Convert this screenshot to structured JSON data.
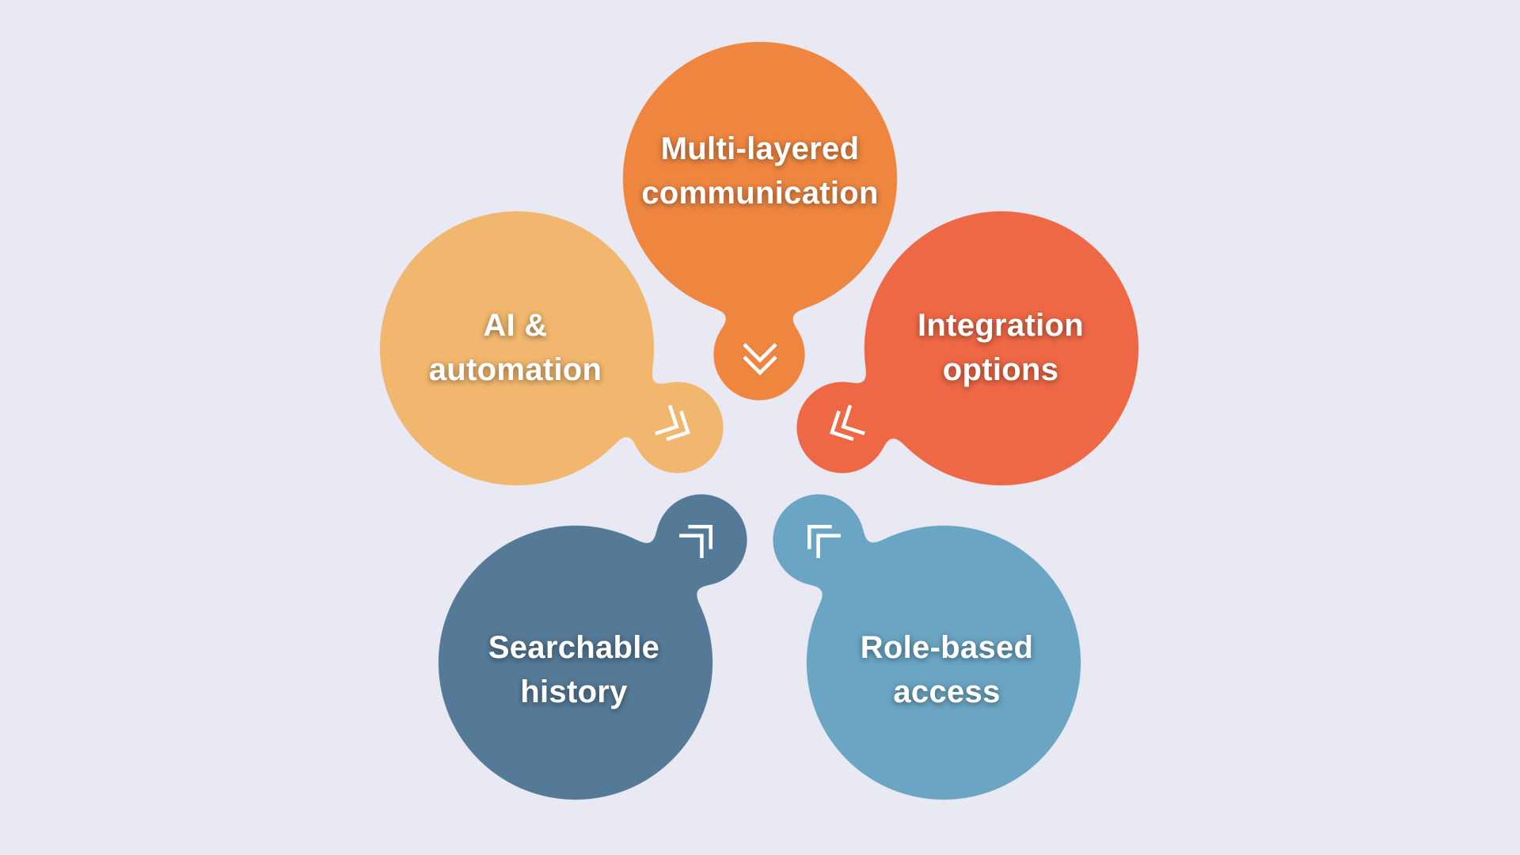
{
  "diagram": {
    "background": "#E9E9F3",
    "items": [
      {
        "id": "multi-layered",
        "lines": [
          "Multi-layered",
          "communication"
        ],
        "color": "#EF8641",
        "icon": "chevron-double-down-icon"
      },
      {
        "id": "ai-automation",
        "lines": [
          "AI &",
          "automation"
        ],
        "color": "#F2B76E",
        "icon": "chevron-double-right-down-icon"
      },
      {
        "id": "integration",
        "lines": [
          "Integration",
          "options"
        ],
        "color": "#EE6845",
        "icon": "chevron-double-left-down-icon"
      },
      {
        "id": "searchable-history",
        "lines": [
          "Searchable",
          "history"
        ],
        "color": "#547A97",
        "icon": "chevron-double-up-right-icon"
      },
      {
        "id": "role-based",
        "lines": [
          "Role-based",
          "access"
        ],
        "color": "#6BA5C4",
        "icon": "chevron-double-up-left-icon"
      }
    ]
  }
}
